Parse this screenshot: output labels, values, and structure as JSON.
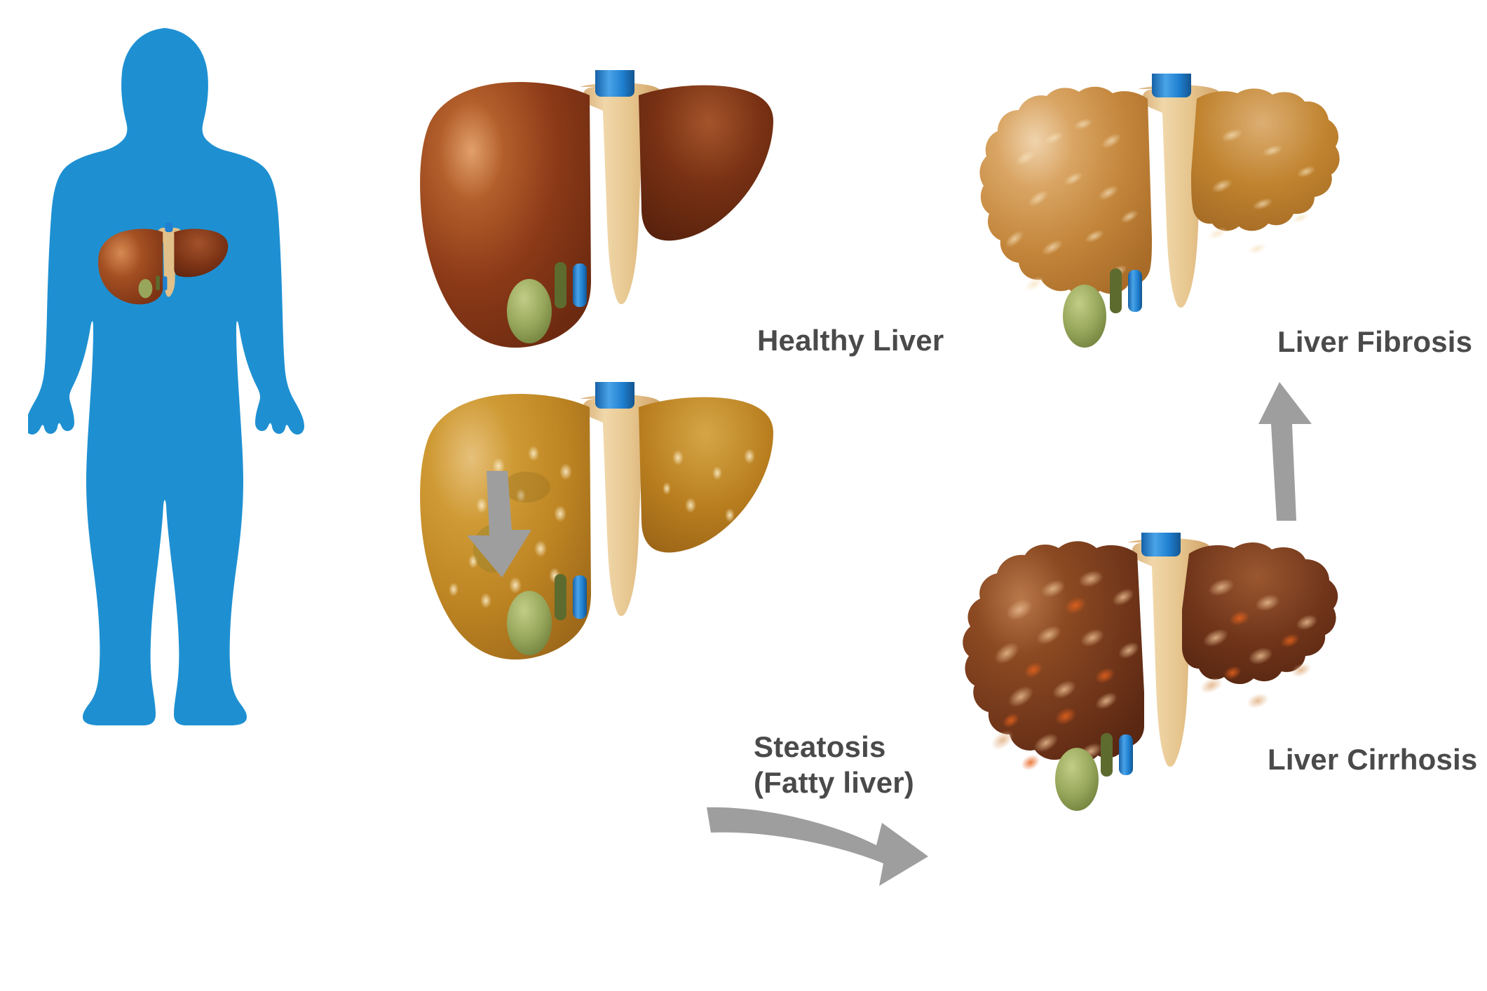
{
  "diagram": {
    "title_text_color": "#4a4a4a",
    "background": "#ffffff",
    "arrow_color": "#9e9e9e"
  },
  "human_figure": {
    "name": "human-body-silhouette",
    "body_color": "#1e90d2",
    "organ_inset": "liver"
  },
  "stages": [
    {
      "id": "healthy",
      "label": "Healthy Liver",
      "label_lines": [
        "Healthy Liver"
      ],
      "left_lobe_color": "#8c3a18",
      "right_lobe_color": "#6e2c12",
      "ligament_color": "#e8c893",
      "vein_color": "#1f7fd0",
      "gallbladder_color": "#97a65a",
      "surface": "smooth"
    },
    {
      "id": "steatosis",
      "label": "Steatosis\n(Fatty liver)",
      "label_lines": [
        "Steatosis",
        "(Fatty liver)"
      ],
      "left_lobe_color": "#c8851f",
      "right_lobe_color": "#b5761b",
      "ligament_color": "#e8c893",
      "vein_color": "#1f7fd0",
      "gallbladder_color": "#97a65a",
      "surface": "smooth-with-fat-droplets"
    },
    {
      "id": "fibrosis",
      "label": "Liver Fibrosis",
      "label_lines": [
        "Liver Fibrosis"
      ],
      "left_lobe_color": "#c98a42",
      "right_lobe_color": "#b97c35",
      "ligament_color": "#e8c893",
      "vein_color": "#1f7fd0",
      "gallbladder_color": "#97a65a",
      "surface": "nodular-bumpy"
    },
    {
      "id": "cirrhosis",
      "label": "Liver Cirrhosis",
      "label_lines": [
        "Liver Cirrhosis"
      ],
      "left_lobe_color": "#7b3f1c",
      "right_lobe_color": "#6d3517",
      "ligament_color": "#e8c893",
      "vein_color": "#1f7fd0",
      "gallbladder_color": "#97a65a",
      "surface": "coarse-nodular-with-orange-scarring"
    }
  ],
  "arrows": [
    {
      "id": "healthy-to-steatosis",
      "direction": "down",
      "shape": "straight"
    },
    {
      "id": "steatosis-to-cirrhosis",
      "direction": "right",
      "shape": "curved"
    },
    {
      "id": "cirrhosis-to-fibrosis",
      "direction": "up",
      "shape": "straight"
    }
  ]
}
